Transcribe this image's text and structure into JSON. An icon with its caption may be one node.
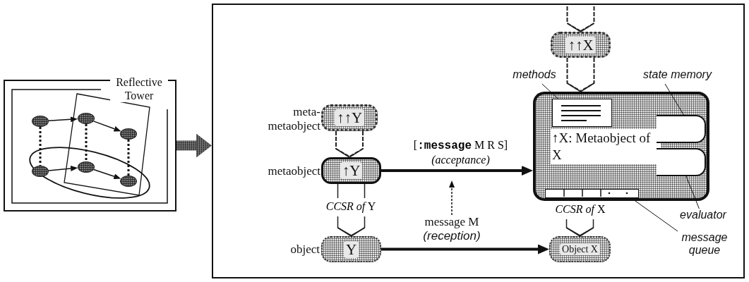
{
  "diagram": {
    "nodes": [
      {
        "text": [
          "Reflective Tower"
        ]
      },
      {
        "text": [],
        "shape": "circle",
        "in": 0
      },
      {
        "text": [],
        "shape": "circle",
        "in": 0
      },
      {
        "text": [],
        "shape": "circle",
        "in": 0
      },
      {
        "text": [],
        "shape": "circle",
        "in": 0
      },
      {
        "text": [],
        "shape": "circle",
        "in": 0
      },
      {
        "text": [],
        "shape": "circle",
        "in": 0
      },
      {
        "text": [],
        "shape": "box"
      },
      {
        "text": [
          "↑↑Y"
        ],
        "beside": [
          "meta- metaobject"
        ],
        "in": 7
      },
      {
        "text": [
          "↑Y"
        ],
        "beside": [
          "metaobject"
        ],
        "in": 7
      },
      {
        "text": [
          "Y"
        ],
        "beside": [
          "object"
        ],
        "in": 7
      },
      {
        "text": [
          "↑↑X"
        ],
        "in": 7
      },
      {
        "text": [
          "↑X: Metaobject of X"
        ],
        "in": 7
      },
      {
        "text": [],
        "shape": "box",
        "in": 12
      },
      {
        "text": [],
        "shape": "box",
        "in": 12
      },
      {
        "text": [],
        "shape": "box",
        "in": 12
      },
      {
        "text": [],
        "shape": "bar",
        "in": 12
      },
      {
        "text": [
          "Object X"
        ],
        "in": 7
      },
      {
        "text": [
          "methods"
        ],
        "in": 7
      },
      {
        "text": [
          "state memory"
        ],
        "in": 7
      },
      {
        "text": [
          "evaluator"
        ],
        "in": 7
      },
      {
        "text": [
          "message queue"
        ],
        "in": 7
      },
      {
        "text": [
          "message M",
          "(reception)"
        ],
        "in": 7
      }
    ],
    "edges": [
      {
        "from": 0,
        "to": 7,
        "arrow": "to",
        "style": "thick"
      },
      {
        "from": 1,
        "to": 2,
        "arrow": "to"
      },
      {
        "from": 2,
        "to": 3,
        "arrow": "to"
      },
      {
        "from": 4,
        "to": 5,
        "arrow": "to"
      },
      {
        "from": 5,
        "to": 6,
        "arrow": "to"
      },
      {
        "from": 1,
        "to": 4,
        "arrow": "none",
        "style": "dashed"
      },
      {
        "from": 2,
        "to": 5,
        "arrow": "none",
        "style": "dashed"
      },
      {
        "from": 3,
        "to": 6,
        "arrow": "none",
        "style": "dashed"
      },
      {
        "from": 8,
        "to": 9,
        "arrow": "to",
        "style": "dashed"
      },
      {
        "from": 9,
        "to": 10,
        "arrow": "to",
        "label": "*CCSR of* Y"
      },
      {
        "from": null,
        "to": 11,
        "arrow": "to",
        "style": "dashed"
      },
      {
        "from": 11,
        "to": 12,
        "arrow": "to",
        "style": "dashed"
      },
      {
        "from": 12,
        "to": 17,
        "arrow": "to",
        "label": "*CCSR of* X"
      },
      {
        "from": 9,
        "to": 12,
        "arrow": "to",
        "style": "thick",
        "label": "[**:message** M R S] *(acceptance)*"
      },
      {
        "from": 10,
        "to": 17,
        "arrow": "to",
        "style": "thick"
      },
      {
        "from": 22,
        "to": null,
        "arrow": "to",
        "style": "dashed"
      },
      {
        "from": 18,
        "to": 13,
        "arrow": "none"
      },
      {
        "from": 19,
        "to": 14,
        "arrow": "none"
      },
      {
        "from": 20,
        "to": 15,
        "arrow": "none"
      },
      {
        "from": 21,
        "to": 16,
        "arrow": "none"
      }
    ]
  }
}
